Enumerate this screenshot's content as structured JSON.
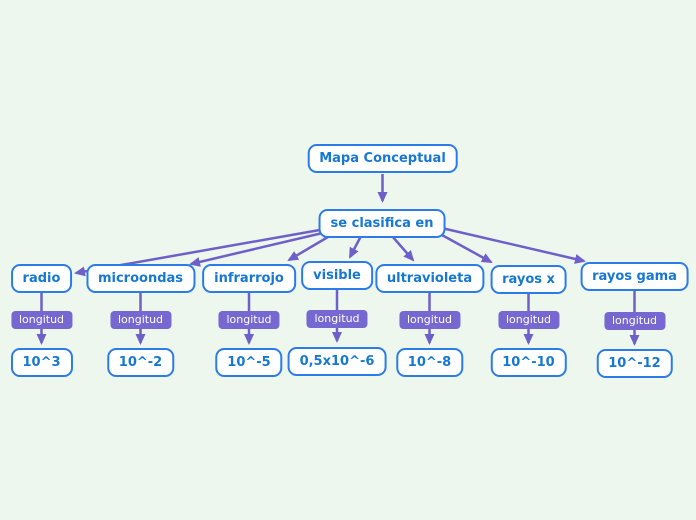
{
  "title": "Mapa Conceptual",
  "colors": {
    "background": "#edf7ee",
    "node_border": "#2b7ce8",
    "node_text": "#1778d2",
    "arrow": "#6e5fc9",
    "badge_background": "#7667d1",
    "badge_text": "#ffffff"
  },
  "root": {
    "label": "Mapa Conceptual"
  },
  "classifier": {
    "label": "se clasifica en"
  },
  "branches": [
    {
      "label": "radio",
      "relation": "longitud",
      "value": "10^3"
    },
    {
      "label": "microondas",
      "relation": "longitud",
      "value": "10^-2"
    },
    {
      "label": "infrarrojo",
      "relation": "longitud",
      "value": "10^-5"
    },
    {
      "label": "visible",
      "relation": "longitud",
      "value": "0,5x10^-6"
    },
    {
      "label": "ultravioleta",
      "relation": "longitud",
      "value": "10^-8"
    },
    {
      "label": "rayos x",
      "relation": "longitud",
      "value": "10^-10"
    },
    {
      "label": "rayos gama",
      "relation": "longitud",
      "value": "10^-12"
    }
  ]
}
